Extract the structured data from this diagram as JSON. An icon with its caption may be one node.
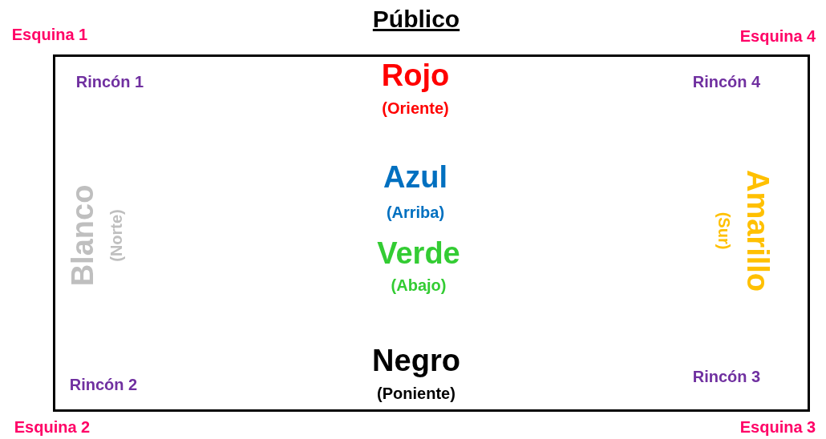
{
  "diagram": {
    "title": "Público",
    "nodes": [
      {
        "text": [],
        "shape": "box"
      }
    ],
    "labels": [
      "Esquina 1",
      "Esquina 4",
      "Rincón 1",
      "Rojo",
      "(Oriente)",
      "Rincón 4",
      "Azul",
      "(Arriba)",
      "Blanco",
      "(Norte)",
      "Amarillo",
      "(Sur)",
      "Verde",
      "(Abajo)",
      "Negro",
      "(Poniente)",
      "Rincón 3",
      "Rincón 2",
      "Esquina 2",
      "Esquina 3"
    ]
  }
}
